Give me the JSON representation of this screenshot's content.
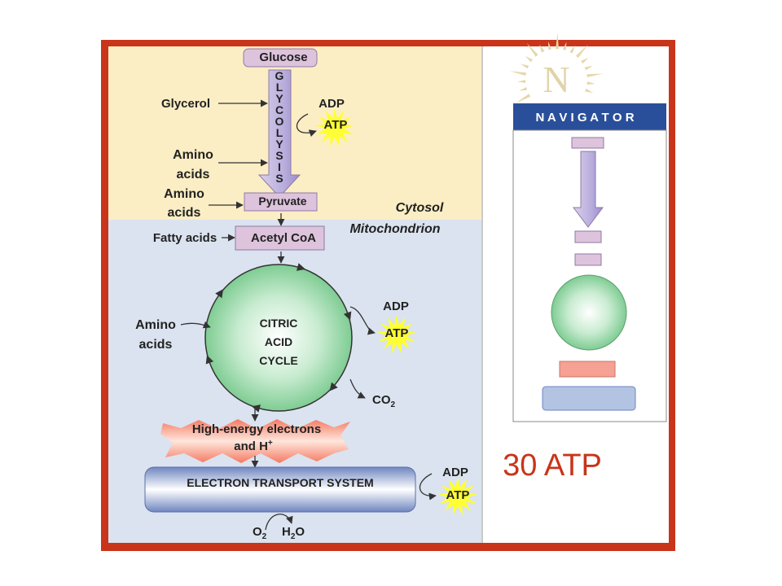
{
  "colors": {
    "frame": "#c8351a",
    "cytosol": "#fbeec4",
    "mitochondrion": "#dae3ef",
    "box_fill": "#ddc3dc",
    "cycle_fill": "#8fd3a0",
    "atp_burst": "#ffff33",
    "navigator_bar": "#2a4f9a",
    "electron_burst": "#f2705a",
    "ets_fill": "#7d92c8"
  },
  "glycolysis": {
    "start": "Glucose",
    "letters": [
      "G",
      "L",
      "Y",
      "C",
      "O",
      "L",
      "Y",
      "S",
      "I",
      "S"
    ],
    "end": "Pyruvate",
    "inputs": [
      "Glycerol",
      "Amino",
      "acids"
    ],
    "outputs": [
      "ADP",
      "ATP"
    ]
  },
  "pyruvate_side": {
    "line1": "Amino",
    "line2": "acids"
  },
  "regions": {
    "cytosol": "Cytosol",
    "mitochondrion": "Mitochondrion"
  },
  "acetyl": {
    "label": "Acetyl CoA",
    "input": "Fatty acids"
  },
  "citric": {
    "line1": "CITRIC",
    "line2": "ACID",
    "line3": "CYCLE",
    "amino1": "Amino",
    "amino2": "acids",
    "adp": "ADP",
    "atp": "ATP",
    "co2": "CO",
    "co2_sub": "2"
  },
  "electrons": {
    "line1": "High-energy electrons",
    "line2": "and H",
    "sup": "+"
  },
  "ets": {
    "label": "ELECTRON TRANSPORT SYSTEM",
    "adp": "ADP",
    "atp": "ATP"
  },
  "oxygen": {
    "o2": "O",
    "o2_sub": "2",
    "h2o_h": "H",
    "h2o_sub": "2",
    "h2o_o": "O"
  },
  "navigator": {
    "logo_letter": "N",
    "title": "N A V I G A T O R"
  },
  "summary": {
    "atp_total": "30 ATP"
  }
}
